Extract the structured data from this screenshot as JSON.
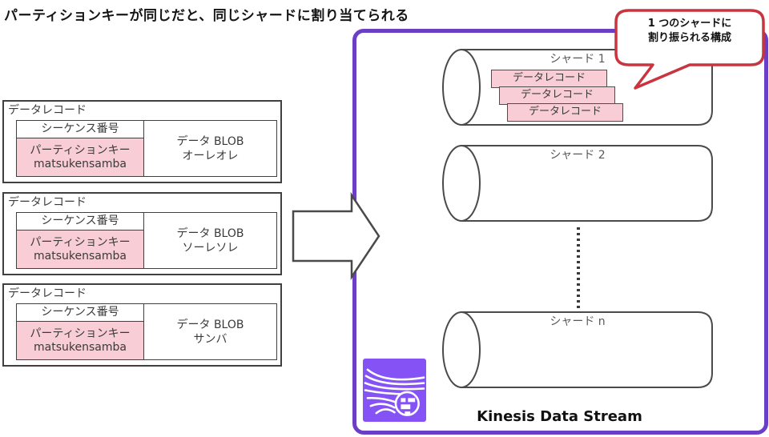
{
  "title": "パーティションキーが同じだと、同じシャードに割り当てられる",
  "records": [
    {
      "label": "データレコード",
      "sequence_label": "シーケンス番号",
      "partition_key_label": "パーティションキー",
      "partition_key_value": "matsukensamba",
      "blob_label": "データ BLOB",
      "blob_value": "オーレオレ"
    },
    {
      "label": "データレコード",
      "sequence_label": "シーケンス番号",
      "partition_key_label": "パーティションキー",
      "partition_key_value": "matsukensamba",
      "blob_label": "データ BLOB",
      "blob_value": "ソーレソレ"
    },
    {
      "label": "データレコード",
      "sequence_label": "シーケンス番号",
      "partition_key_label": "パーティションキー",
      "partition_key_value": "matsukensamba",
      "blob_label": "データ BLOB",
      "blob_value": "サンバ"
    }
  ],
  "callout": {
    "line1": "1 つのシャードに",
    "line2": "割り振られる構成"
  },
  "stream": {
    "title": "Kinesis Data Stream",
    "shards": [
      {
        "label": "シャード 1",
        "records": [
          "データレコード",
          "データレコード",
          "データレコード"
        ]
      },
      {
        "label": "シャード 2",
        "records": []
      },
      {
        "label": "シャード n",
        "records": []
      }
    ]
  },
  "icons": {
    "kinesis": "kinesis-data-stream-icon"
  },
  "colors": {
    "stream_border_purple": "#6B3FC4",
    "kinesis_icon_purple": "#8552F5",
    "record_pink": "#F8CDD5",
    "callout_red": "#C8353F",
    "outline_gray": "#4a4a4a"
  }
}
